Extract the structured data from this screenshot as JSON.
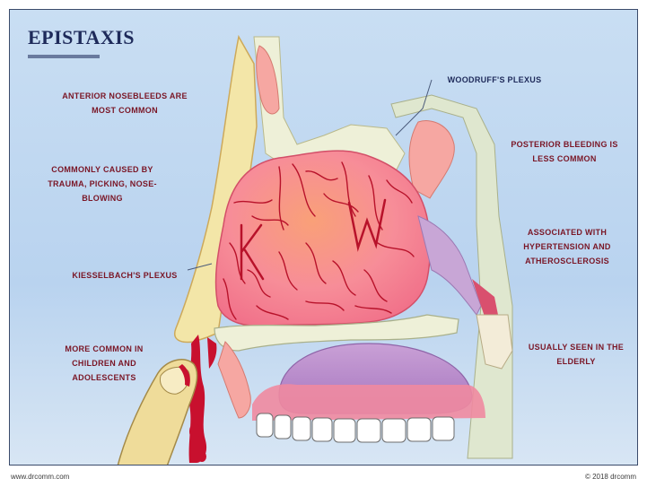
{
  "title": "EPISTAXIS",
  "labels": {
    "anterior_common": "Anterior nosebleeds are most common",
    "caused_by": "Commonly caused by trauma, picking, nose-blowing",
    "kiesselbach": "Kiesselbach's plexus",
    "children": "More common in children and adolescents",
    "woodruff": "Woodruff's plexus",
    "posterior": "Posterior bleeding is less common",
    "associated": "Associated with hypertension and atherosclerosis",
    "elderly": "Usually seen in the elderly",
    "plexus_k": "K",
    "plexus_w": "W"
  },
  "footer": {
    "left": "www.drcomm.com",
    "right": "© 2018 drcomm"
  },
  "colors": {
    "background": "#b9d3ef",
    "tissue": "#f79aa6",
    "vessels": "#b8122a",
    "bone": "#eef0d8",
    "blood": "#c8102e"
  }
}
